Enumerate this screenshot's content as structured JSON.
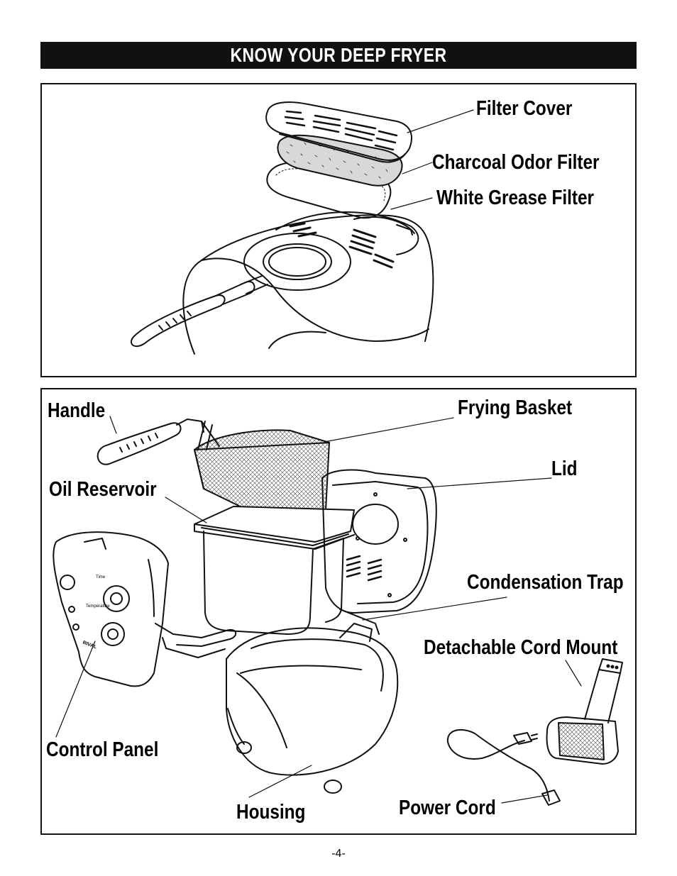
{
  "header": {
    "title": "KNOW YOUR DEEP FRYER"
  },
  "top_panel": {
    "labels": {
      "filter_cover": "Filter Cover",
      "charcoal_filter": "Charcoal Odor Filter",
      "grease_filter": "White Grease Filter"
    }
  },
  "bottom_panel": {
    "labels": {
      "handle": "Handle",
      "frying_basket": "Frying Basket",
      "lid": "Lid",
      "oil_reservoir": "Oil Reservoir",
      "condensation_trap": "Condensation Trap",
      "cord_mount": "Detachable Cord Mount",
      "control_panel": "Control Panel",
      "housing": "Housing",
      "power_cord": "Power Cord"
    },
    "panel_text": {
      "time": "Time",
      "temp": "Temperature",
      "brand": "RIVAL"
    }
  },
  "footer": {
    "page_number": "-4-"
  }
}
